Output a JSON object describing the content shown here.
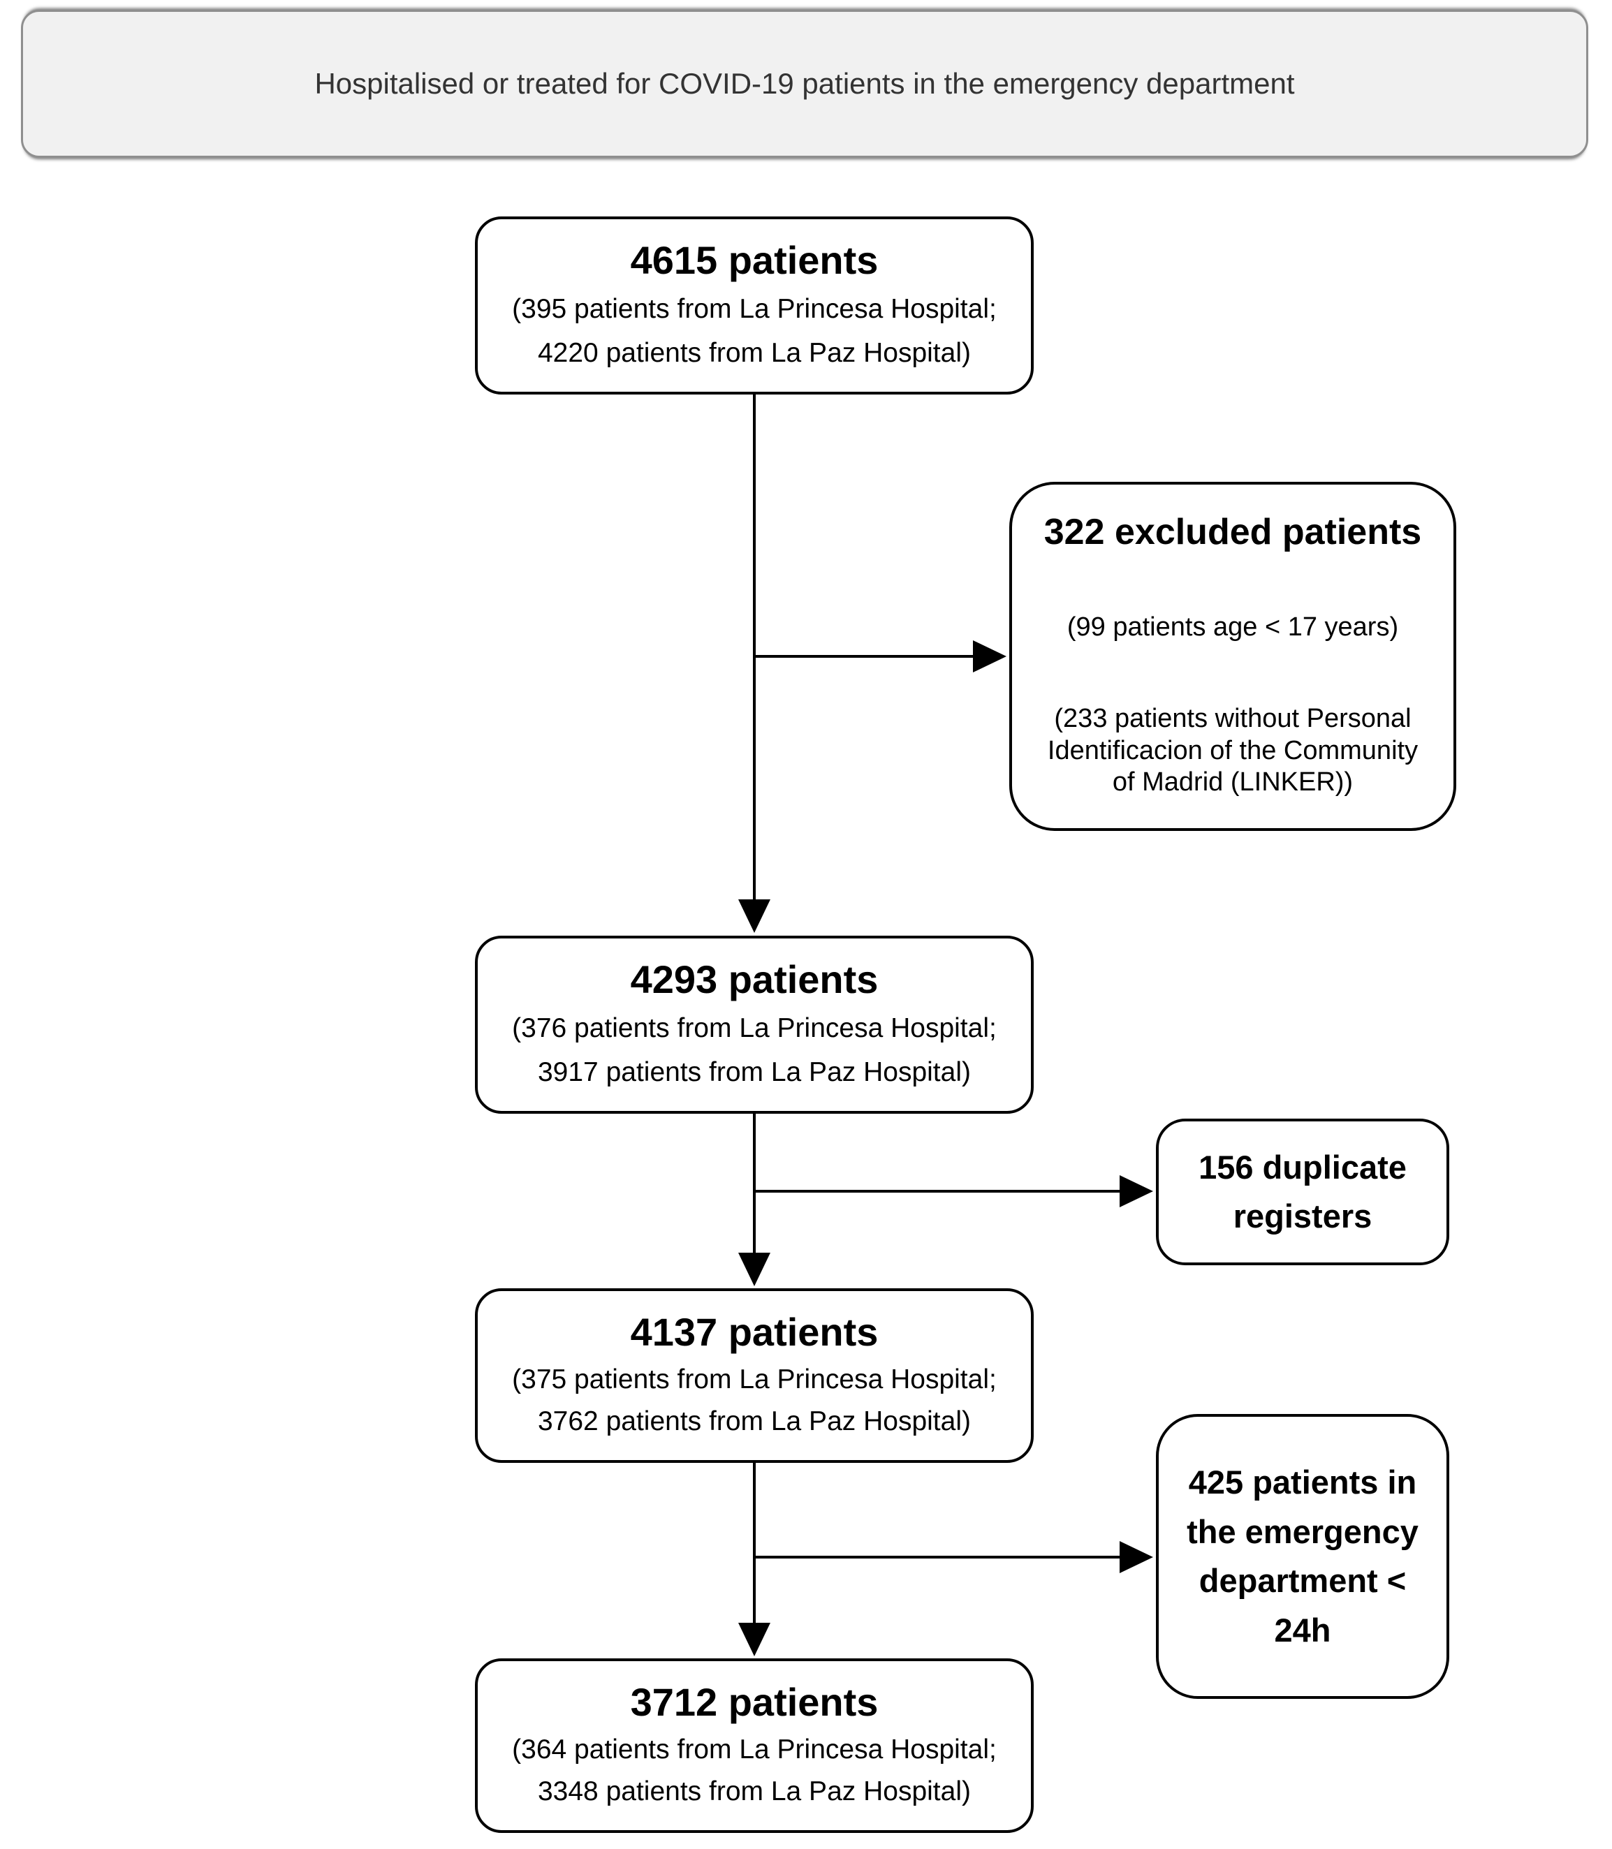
{
  "banner": {
    "text": "Hospitalised or treated for COVID-19 patients in the emergency department"
  },
  "colors": {
    "banner_background": "#f1f1f1",
    "banner_border": "#8f8f8f",
    "box_border": "#000000",
    "text": "#000000"
  },
  "flow": {
    "main_boxes": [
      {
        "title": "4615 patients",
        "line1": "(395 patients from La Princesa Hospital;",
        "line2": "4220 patients from La Paz Hospital)"
      },
      {
        "title": "4293 patients",
        "line1": "(376 patients from La Princesa Hospital;",
        "line2": "3917 patients from La Paz Hospital)"
      },
      {
        "title": "4137 patients",
        "line1": "(375 patients from La Princesa Hospital;",
        "line2": "3762 patients from La Paz Hospital)"
      },
      {
        "title": "3712 patients",
        "line1": "(364 patients from La Princesa Hospital;",
        "line2": "3348 patients from La Paz Hospital)"
      }
    ],
    "side_boxes": [
      {
        "title": "322 excluded patients",
        "line1": "(99 patients age < 17 years)",
        "line2": "(233 patients without Personal\nIdentificacion of the Community\nof Madrid (LINKER))"
      },
      {
        "text": "156 duplicate\nregisters"
      },
      {
        "text": "425 patients in\nthe emergency\ndepartment <\n24h"
      }
    ]
  }
}
